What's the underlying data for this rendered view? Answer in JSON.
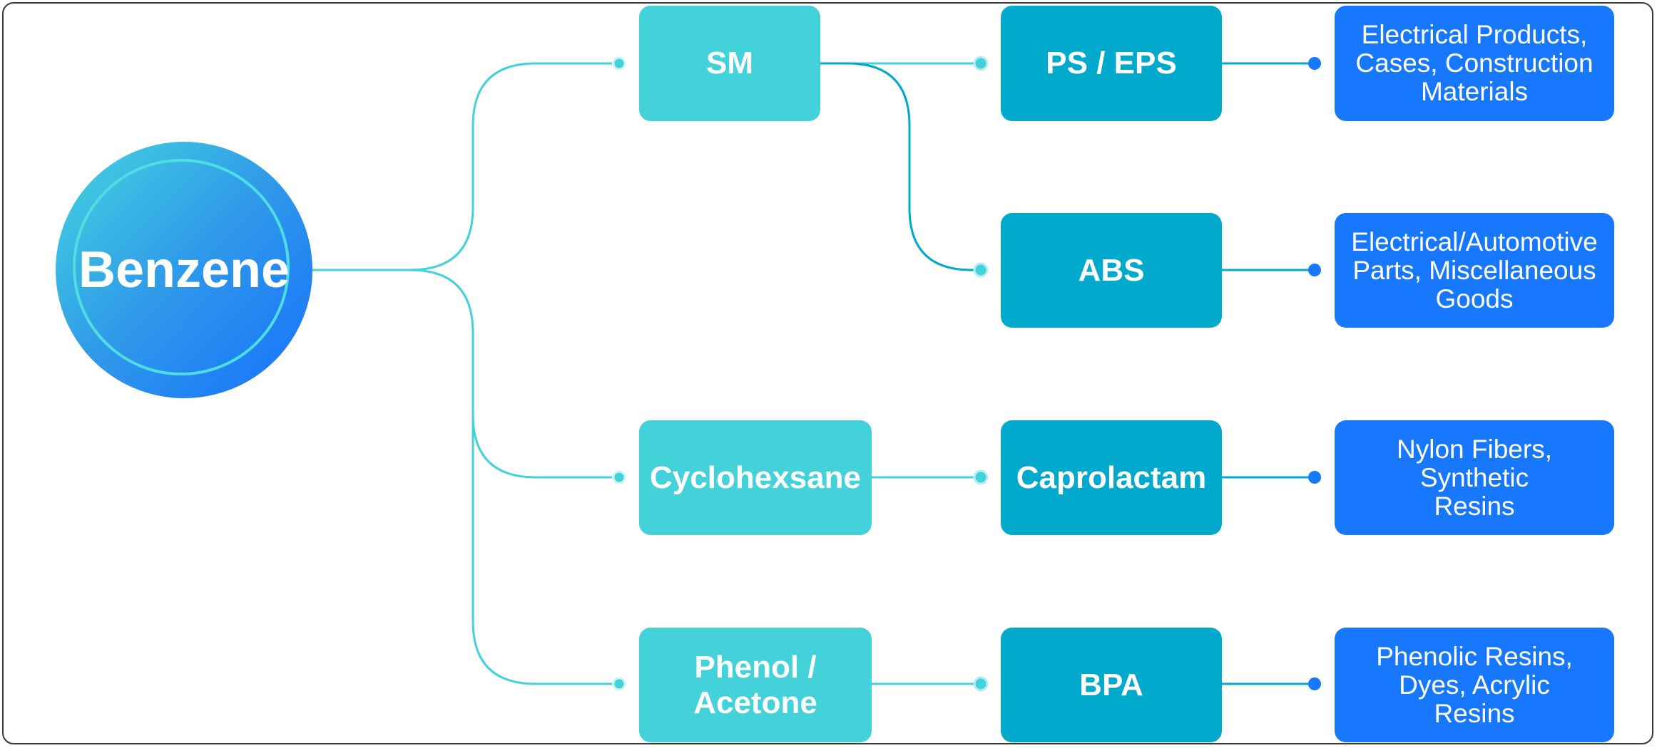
{
  "root": {
    "label": "Benzene"
  },
  "level1": [
    {
      "id": "sm",
      "label": "SM"
    },
    {
      "id": "cyclohexsane",
      "label": "Cyclohexsane"
    },
    {
      "id": "phenol-acetone",
      "label": "Phenol / Acetone"
    }
  ],
  "level2": [
    {
      "id": "ps-eps",
      "label": "PS / EPS",
      "parent": "sm"
    },
    {
      "id": "abs",
      "label": "ABS",
      "parent": "sm"
    },
    {
      "id": "caprolactam",
      "label": "Caprolactam",
      "parent": "cyclohexsane"
    },
    {
      "id": "bpa",
      "label": "BPA",
      "parent": "phenol-acetone"
    }
  ],
  "level3": [
    {
      "id": "ps-eps-uses",
      "label": "Electrical Products, Cases, Construction Materials",
      "parent": "ps-eps"
    },
    {
      "id": "abs-uses",
      "label": "Electrical/Automotive Parts, Miscellaneous Goods",
      "parent": "abs"
    },
    {
      "id": "caprolactam-uses",
      "label": "Nylon Fibers, Synthetic Resins",
      "parent": "caprolactam"
    },
    {
      "id": "bpa-uses",
      "label": "Phenolic Resins, Dyes, Acrylic Resins",
      "parent": "bpa"
    }
  ],
  "colors": {
    "level1": "#43d2da",
    "level2": "#01a9cc",
    "level3": "#1778fd",
    "connector": "#43d2da",
    "connector_dark": "#01a9cc",
    "dot": "#43d2da",
    "dot_dark": "#1778fd"
  }
}
